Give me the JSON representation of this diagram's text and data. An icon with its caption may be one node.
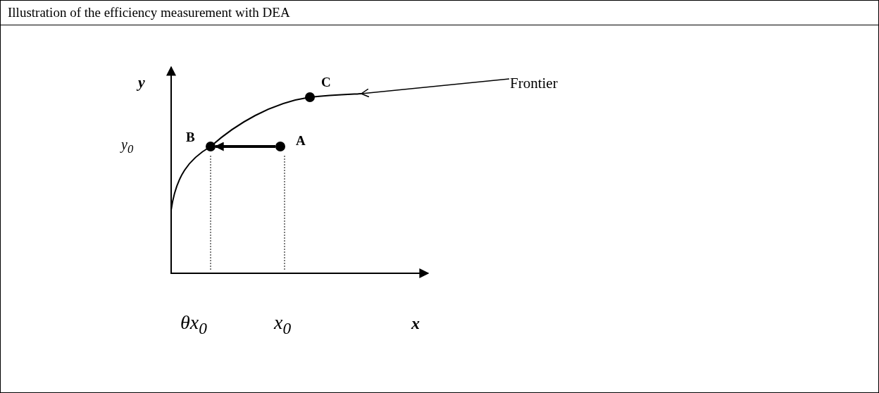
{
  "diagram": {
    "title": "Illustration of the efficiency measurement with DEA",
    "nodes": [
      {
        "text": [
          "Frontier"
        ]
      },
      {
        "text": [],
        "shape": "curve"
      },
      {
        "text": [],
        "shape": "circle",
        "beside": [
          "C"
        ],
        "in": 1
      },
      {
        "text": [],
        "shape": "circle",
        "beside": [
          "B"
        ],
        "in": 1
      },
      {
        "text": [],
        "shape": "circle",
        "beside": [
          "A"
        ],
        "in": 1
      }
    ],
    "edges": [
      {
        "from": 0,
        "to": 1,
        "arrow": "to"
      },
      {
        "from": 4,
        "to": 3,
        "arrow": "to",
        "style": "thick"
      }
    ],
    "labels": [
      "y",
      "y$_{0}$",
      "θx$_{0}$",
      "x$_{0}$",
      "x"
    ]
  }
}
